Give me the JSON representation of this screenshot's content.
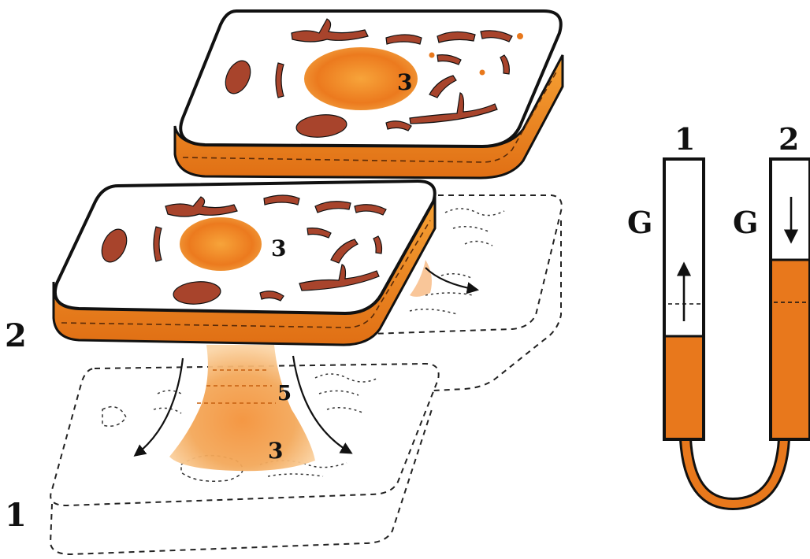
{
  "labels": {
    "cell_bottom": "1",
    "cell_middle": "2",
    "nucleus_top": "3",
    "nucleus_middle": "3",
    "cytoplasm_flow": "3",
    "channel": "5",
    "tube_left": "1",
    "tube_right": "2",
    "g_left": "G",
    "g_right": "G"
  },
  "colors": {
    "orange": "#e8781c",
    "orange_light": "#f7b04a",
    "organelle": "#a8442c",
    "outline": "#111111",
    "dashed": "#222222"
  }
}
